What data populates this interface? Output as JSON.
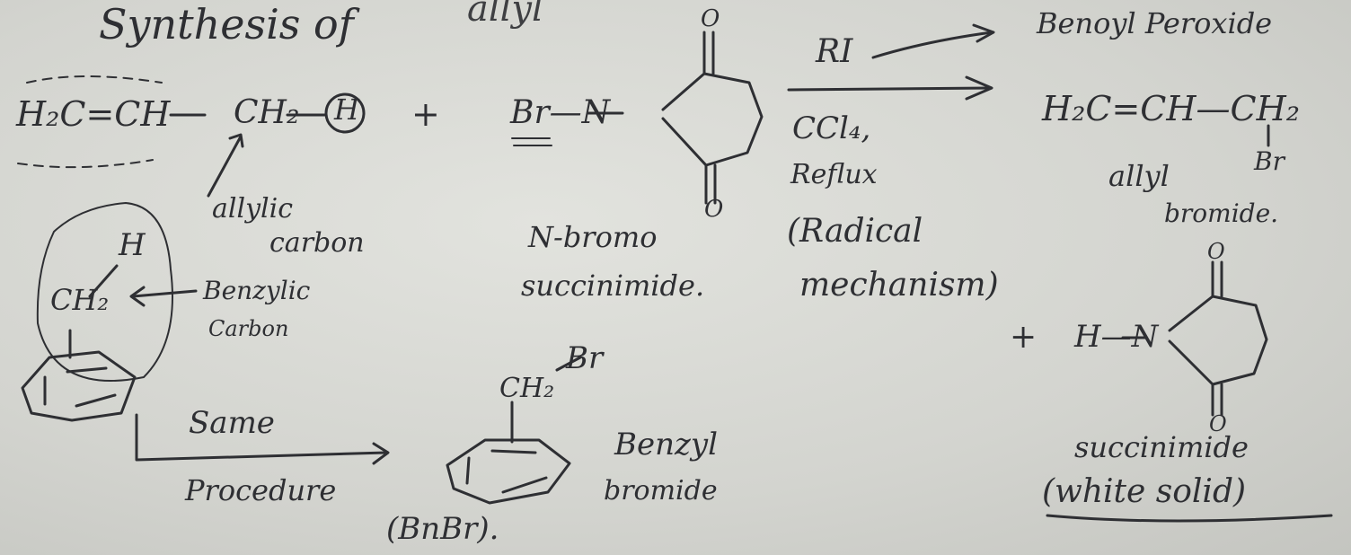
{
  "header": {
    "title": "Synthesis of",
    "title_tail": "allyl"
  },
  "reactant1": {
    "formula_left": "H₂C=CH",
    "ch2": "CH₂",
    "h_circled": "H",
    "allylic_label_1": "allylic",
    "allylic_label_2": "carbon"
  },
  "benzylic": {
    "h": "H",
    "ch2": "CH₂",
    "label_1": "Benzylic",
    "label_2": "Carbon",
    "same": "Same",
    "procedure": "Procedure"
  },
  "plus_1": "+",
  "nbs": {
    "br_n": "Br—N",
    "o_top": "O",
    "o_bottom": "O",
    "name_1": "N-bromo",
    "name_2": "succinimide."
  },
  "conditions": {
    "ri": "RI",
    "ri_target": "Benoyl Peroxide",
    "solvent": "CCl₄,",
    "reflux": "Reflux",
    "mech_1": "(Radical",
    "mech_2": "mechanism)"
  },
  "product": {
    "formula": "H₂C=CH—CH₂",
    "br": "Br",
    "name_1": "allyl",
    "name_2": "bromide."
  },
  "plus_2": "+",
  "succinimide": {
    "h_n": "H—N",
    "o_top": "O",
    "o_bottom": "O",
    "name": "succinimide",
    "state": "(white solid)"
  },
  "benzyl_bromide": {
    "br": "Br",
    "ch2": "CH₂",
    "name_1": "Benzyl",
    "name_2": "bromide",
    "abbr": "(BnBr)."
  }
}
